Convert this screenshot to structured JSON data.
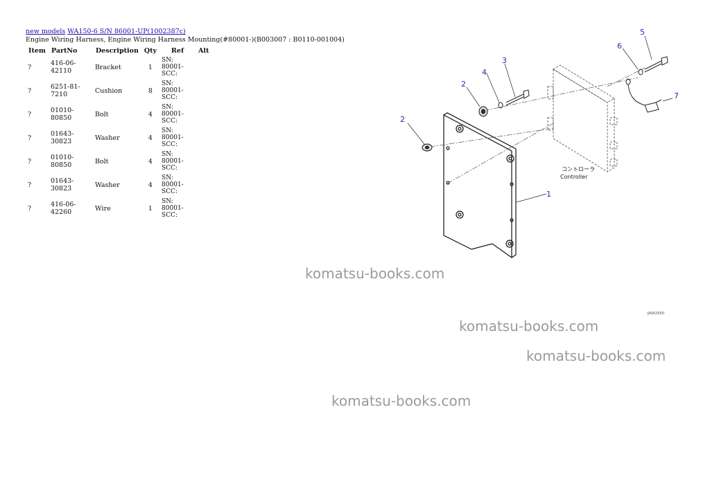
{
  "breadcrumbs": [
    "new models",
    "WA150-6 S/N 86001-UP(1002387c)"
  ],
  "title": "Engine Wiring Harness, Engine Wiring Harness Mounting(#80001-)(B003007 : B0110-001004)",
  "table": {
    "headers": [
      "Item",
      "PartNo",
      "Description",
      "Qty",
      "Ref",
      "Alt"
    ],
    "rows": [
      {
        "item": "?",
        "part": "416-06-42110",
        "desc": "Bracket",
        "qty": "1",
        "ref": "SN: 80001-SCC:"
      },
      {
        "item": "?",
        "part": "6251-81-7210",
        "desc": "Cushion",
        "qty": "8",
        "ref": "SN: 80001-SCC:"
      },
      {
        "item": "?",
        "part": "01010-80850",
        "desc": "Bolt",
        "qty": "4",
        "ref": "SN: 80001-SCC:"
      },
      {
        "item": "?",
        "part": "01643-30823",
        "desc": "Washer",
        "qty": "4",
        "ref": "SN: 80001-SCC:"
      },
      {
        "item": "?",
        "part": "01010-80850",
        "desc": "Bolt",
        "qty": "4",
        "ref": "SN: 80001-SCC:"
      },
      {
        "item": "?",
        "part": "01643-30823",
        "desc": "Washer",
        "qty": "4",
        "ref": "SN: 80001-SCC:"
      },
      {
        "item": "?",
        "part": "416-06-42260",
        "desc": "Wire",
        "qty": "1",
        "ref": "SN: 80001-SCC:"
      }
    ]
  },
  "diagram": {
    "callouts": [
      "1",
      "2",
      "2",
      "3",
      "4",
      "5",
      "6",
      "7"
    ],
    "controller_jp": "コントローラ",
    "controller_en": "Controller",
    "drawing_code": "JA002550"
  },
  "watermarks": [
    "komatsu-books.com",
    "komatsu-books.com",
    "komatsu-books.com",
    "komatsu-books.com"
  ]
}
